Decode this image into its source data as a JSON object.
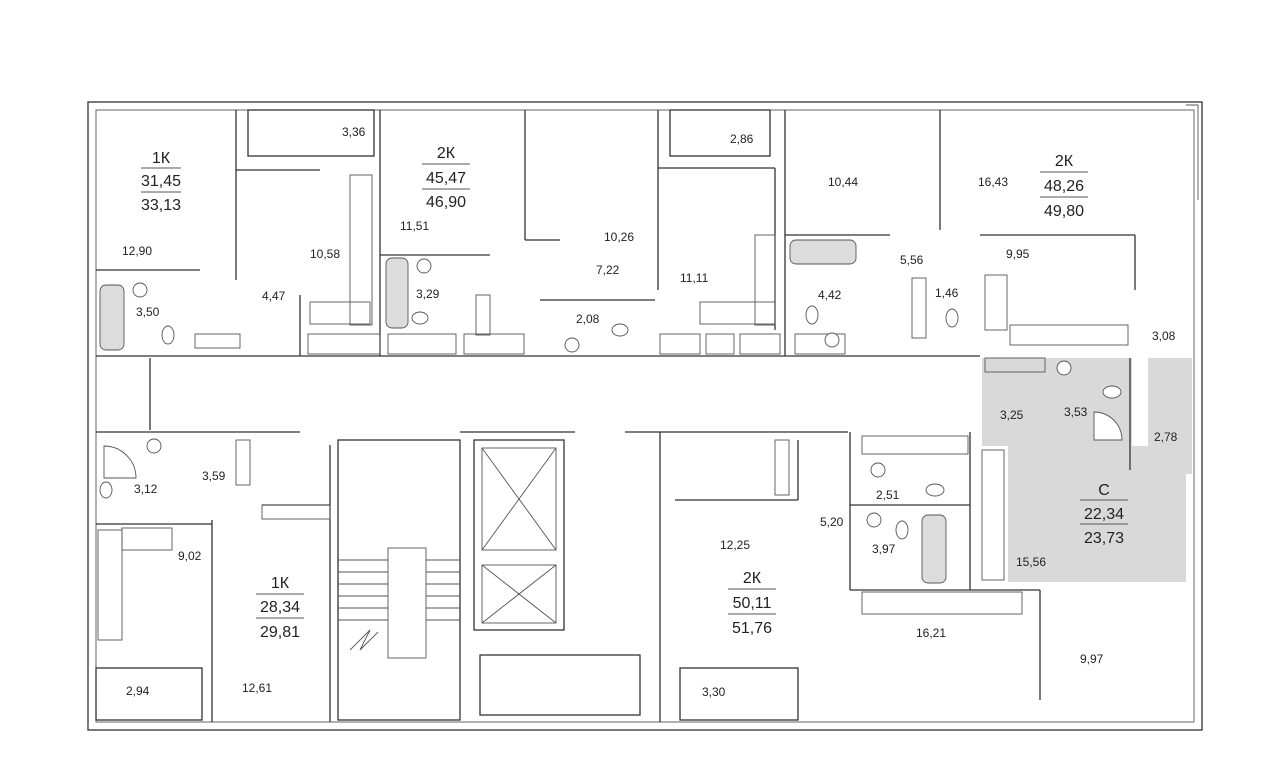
{
  "colors": {
    "wall": "#333333",
    "fixture": "#555555",
    "highlight": "#d9d9d9",
    "background": "#ffffff"
  },
  "apartments": [
    {
      "id": "apt-1k-top-left",
      "type": "1К",
      "living_area": "31,45",
      "total_area": "33,13"
    },
    {
      "id": "apt-2k-top-middle",
      "type": "2К",
      "living_area": "45,47",
      "total_area": "46,90"
    },
    {
      "id": "apt-2k-top-right",
      "type": "2К",
      "living_area": "48,26",
      "total_area": "49,80"
    },
    {
      "id": "apt-1k-bottom-left",
      "type": "1К",
      "living_area": "28,34",
      "total_area": "29,81"
    },
    {
      "id": "apt-2k-bottom-middle",
      "type": "2К",
      "living_area": "50,11",
      "total_area": "51,76"
    },
    {
      "id": "apt-studio-highlighted",
      "type": "С",
      "living_area": "22,34",
      "total_area": "23,73",
      "highlighted": true
    }
  ],
  "room_areas": [
    "3,36",
    "2,86",
    "10,44",
    "16,43",
    "12,90",
    "10,58",
    "11,51",
    "10,26",
    "7,22",
    "11,11",
    "9,95",
    "5,56",
    "4,47",
    "3,29",
    "3,50",
    "2,08",
    "4,42",
    "1,46",
    "3,08",
    "3,25",
    "3,53",
    "2,78",
    "3,59",
    "3,12",
    "2,51",
    "9,02",
    "12,25",
    "5,20",
    "3,97",
    "15,56",
    "16,21",
    "9,97",
    "2,94",
    "12,61",
    "3,30"
  ]
}
